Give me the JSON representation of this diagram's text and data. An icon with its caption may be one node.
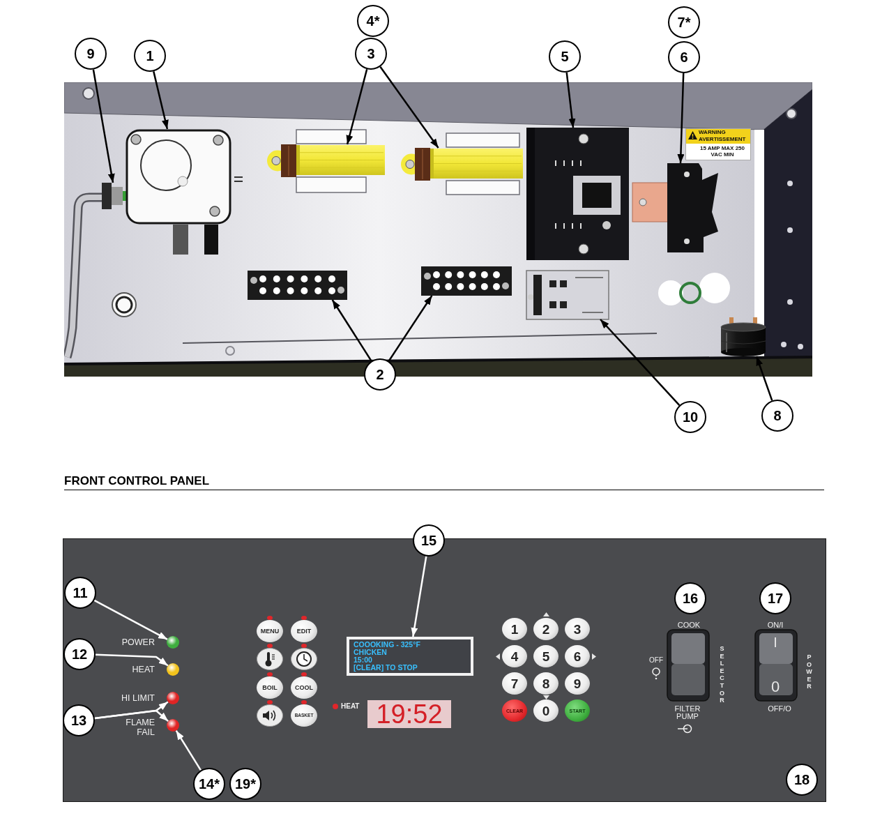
{
  "diagram": {
    "title": "FRONT CONTROL PANEL",
    "nodes": [
      {
        "text": [
          "4*"
        ]
      },
      {
        "text": [
          "7*"
        ]
      },
      {
        "text": [
          "9"
        ]
      },
      {
        "text": [
          "1"
        ]
      },
      {
        "text": [
          "3"
        ]
      },
      {
        "text": [
          "5"
        ]
      },
      {
        "text": [
          "6"
        ]
      },
      {
        "text": [],
        "shape": "picture"
      },
      {
        "text": [],
        "shape": "picture"
      },
      {
        "text": [],
        "shape": "picture"
      },
      {
        "text": [],
        "shape": "picture"
      },
      {
        "text": [],
        "shape": "picture"
      },
      {
        "text": [],
        "shape": "picture"
      },
      {
        "text": [],
        "shape": "picture"
      },
      {
        "text": [],
        "shape": "picture"
      },
      {
        "text": [],
        "shape": "picture"
      },
      {
        "text": [],
        "shape": "picture"
      },
      {
        "text": [
          "2"
        ]
      },
      {
        "text": [
          "10"
        ]
      },
      {
        "text": [
          "8"
        ]
      },
      {
        "text": [
          "15"
        ]
      },
      {
        "text": [
          "11"
        ]
      },
      {
        "text": [
          "16"
        ]
      },
      {
        "text": [
          "17"
        ]
      },
      {
        "text": [],
        "shape": "circle",
        "beside": [
          "POWER"
        ]
      },
      {
        "text": [
          "12"
        ]
      },
      {
        "text": [
          "COOOKING - 325°F",
          "CHICKEN",
          "15:00",
          "[CLEAR] TO STOP"
        ]
      },
      {
        "text": [],
        "shape": "circle",
        "beside": [
          "HEAT"
        ]
      },
      {
        "text": [],
        "shape": "circle",
        "beside": [
          "HI LIMIT"
        ]
      },
      {
        "text": [
          "13"
        ]
      },
      {
        "text": [],
        "shape": "circle",
        "beside": [
          "FLAME FAIL"
        ]
      },
      {
        "text": [
          "14*"
        ]
      },
      {
        "text": [
          "19*"
        ]
      },
      {
        "text": [
          "18"
        ]
      }
    ],
    "edges": [
      {
        "from": 2,
        "to": 7,
        "arrow": "to"
      },
      {
        "from": 3,
        "to": 8,
        "arrow": "to"
      },
      {
        "from": 4,
        "to": 9,
        "arrow": "to"
      },
      {
        "from": 4,
        "to": 10,
        "arrow": "to"
      },
      {
        "from": 5,
        "to": 11,
        "arrow": "to"
      },
      {
        "from": 6,
        "to": 12,
        "arrow": "to"
      },
      {
        "from": 17,
        "to": 13,
        "arrow": "to"
      },
      {
        "from": 17,
        "to": 14,
        "arrow": "to"
      },
      {
        "from": 18,
        "to": 15,
        "arrow": "to"
      },
      {
        "from": 19,
        "to": 16,
        "arrow": "to"
      },
      {
        "from": 21,
        "to": 24,
        "arrow": "to",
        "color": "#ffffff"
      },
      {
        "from": 25,
        "to": 27,
        "arrow": "to",
        "color": "#ffffff"
      },
      {
        "from": 29,
        "to": 28,
        "arrow": "to",
        "color": "#ffffff"
      },
      {
        "from": 29,
        "to": 30,
        "arrow": "to",
        "color": "#ffffff"
      },
      {
        "from": 31,
        "to": 30,
        "arrow": "to",
        "color": "#ffffff"
      },
      {
        "from": 20,
        "to": 26,
        "arrow": "to",
        "color": "#ffffff"
      }
    ],
    "labels": [
      "WARNING",
      "AVERTISSEMENT",
      "15 AMP MAX 250 VAC MIN",
      "MENU",
      "EDIT",
      "1",
      "2",
      "3",
      "COOK",
      "ON/I",
      "4",
      "5",
      "6",
      "OFF",
      "SELECTOR",
      "I",
      "POWER",
      "BOIL",
      "COOL",
      "7",
      "8",
      "9",
      "0",
      "HEAT",
      "19:52",
      "BASKET",
      "CLEAR",
      "0",
      "START",
      "OFF/O",
      "FILTER PUMP"
    ]
  }
}
